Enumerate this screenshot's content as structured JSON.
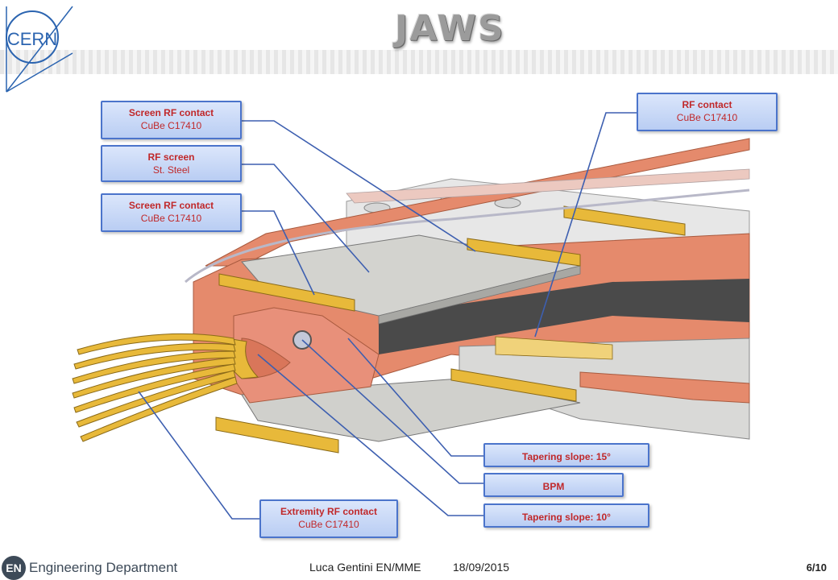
{
  "slide": {
    "title": "JAWS",
    "logo_text": "CERN",
    "department": "Engineering Department",
    "department_badge": "EN",
    "author": "Luca Gentini EN/MME",
    "date": "18/09/2015",
    "page": "6/10"
  },
  "callouts": {
    "screen_rf_contact_top": {
      "title": "Screen RF contact",
      "sub": "CuBe C17410"
    },
    "rf_screen": {
      "title": "RF screen",
      "sub": "St. Steel"
    },
    "screen_rf_contact_mid": {
      "title": "Screen RF contact",
      "sub": "CuBe C17410"
    },
    "rf_contact": {
      "title": "RF contact",
      "sub": "CuBe C17410"
    },
    "tapering_15": {
      "title": "Tapering slope: 15°"
    },
    "bpm": {
      "title": "BPM"
    },
    "tapering_10": {
      "title": "Tapering slope: 10°"
    },
    "extremity_rf_contact": {
      "title": "Extremity RF contact",
      "sub": "CuBe C17410"
    }
  },
  "colors": {
    "callout_text": "#c0282a",
    "callout_border": "#4b74cb",
    "copper": "#e58a6c",
    "gold": "#e8b93a",
    "steel": "#c8c8c6"
  }
}
